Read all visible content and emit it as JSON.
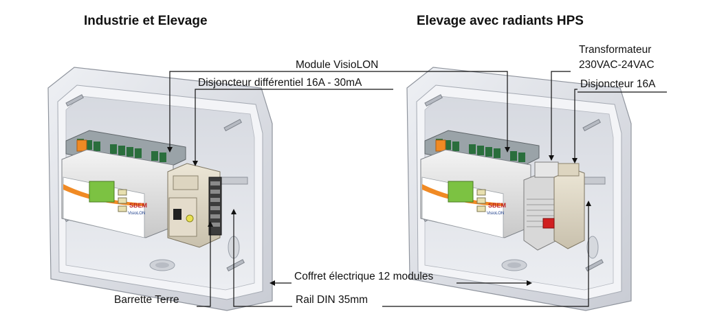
{
  "titles": {
    "left": "Industrie et Elevage",
    "right": "Elevage avec radiants HPS"
  },
  "labels": {
    "module": "Module VisioLON",
    "disjoncteur_diff": "Disjoncteur différentiel 16A - 30mA",
    "transfo_line1": "Transformateur",
    "transfo_line2": "230VAC-24VAC",
    "disjoncteur": "Disjoncteur 16A",
    "coffret": "Coffret électrique 12 modules",
    "barrette": "Barrette Terre",
    "rail": "Rail DIN 35mm"
  },
  "device": {
    "brand": "SBEM",
    "model": "VisioLON"
  },
  "colors": {
    "box": "#e4e6ec",
    "box_edge": "#9aa0aa",
    "module_green": "#7cc242",
    "module_orange": "#f08a24",
    "breaker_red": "#d02020"
  }
}
